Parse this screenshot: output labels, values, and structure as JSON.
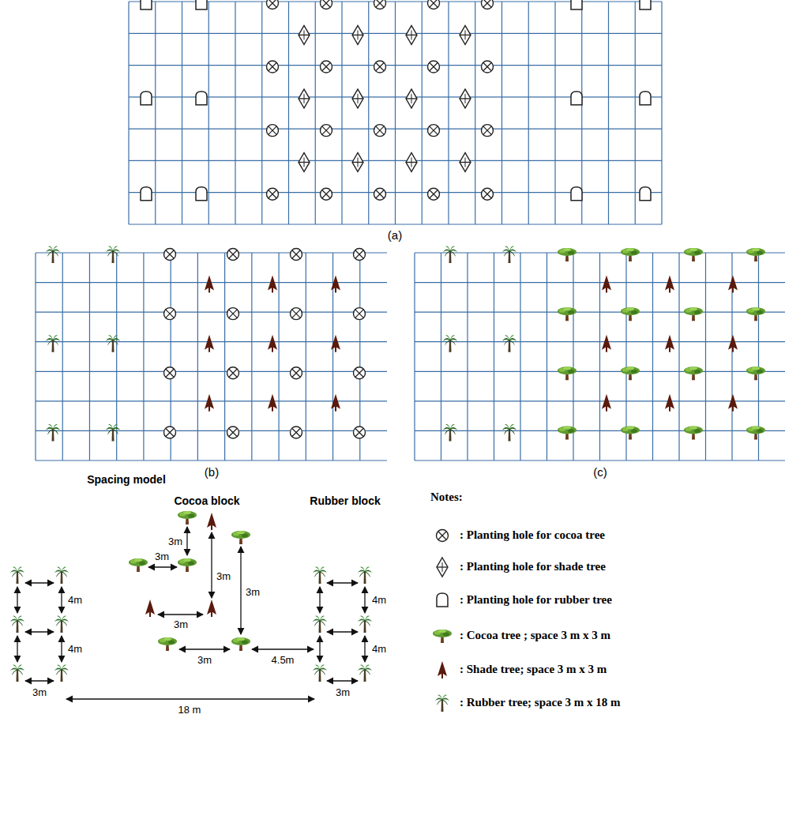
{
  "diagram": {
    "labels": [
      "(a)",
      "(b)",
      "(c)",
      "Spacing model",
      "Cocoa block",
      "Rubber block",
      "3m",
      "4m",
      "4m",
      "18 m",
      "3m",
      "3m",
      "3m",
      "3m",
      "3m",
      "3m",
      "4.5m",
      "4m",
      "4m",
      "3m",
      "Notes:"
    ],
    "legend": [
      {
        "text": ": Planting hole for cocoa tree"
      },
      {
        "text": ": Planting hole for shade tree"
      },
      {
        "text": ": Planting hole for rubber tree"
      },
      {
        "text": ": Cocoa tree ; space 3 m x 3 m"
      },
      {
        "text": ": Shade tree; space 3 m x 3 m"
      },
      {
        "text": ": Rubber tree; space 3 m x 18 m"
      }
    ]
  }
}
